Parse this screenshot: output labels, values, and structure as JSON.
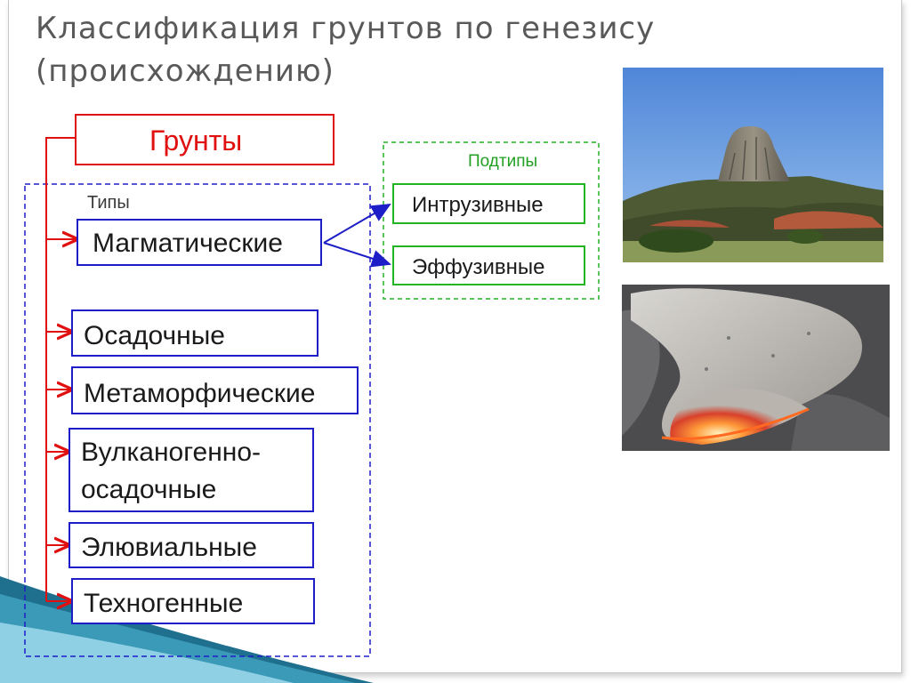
{
  "slide": {
    "title": "Классификация грунтов по генезису (происхождению)"
  },
  "diagram": {
    "root": "Грунты",
    "types_label": "Типы",
    "subtypes_label": "Подтипы",
    "types": [
      "Магматические",
      "Осадочные",
      "Метаморфические",
      "Вулканогенно-осадочные",
      "Элювиальные",
      "Техногенные"
    ],
    "type_volcanic_line1": "Вулканогенно-",
    "type_volcanic_line2": "осадочные",
    "subtypes": [
      "Интрузивные",
      "Эффузивные"
    ]
  },
  "colors": {
    "root_border": "#e01010",
    "type_border": "#1e1ec8",
    "subtype_border": "#22b422",
    "connector": "#e01010"
  },
  "photos": [
    {
      "icon": "volcanic-butte-photo"
    },
    {
      "icon": "lava-flow-photo"
    }
  ]
}
